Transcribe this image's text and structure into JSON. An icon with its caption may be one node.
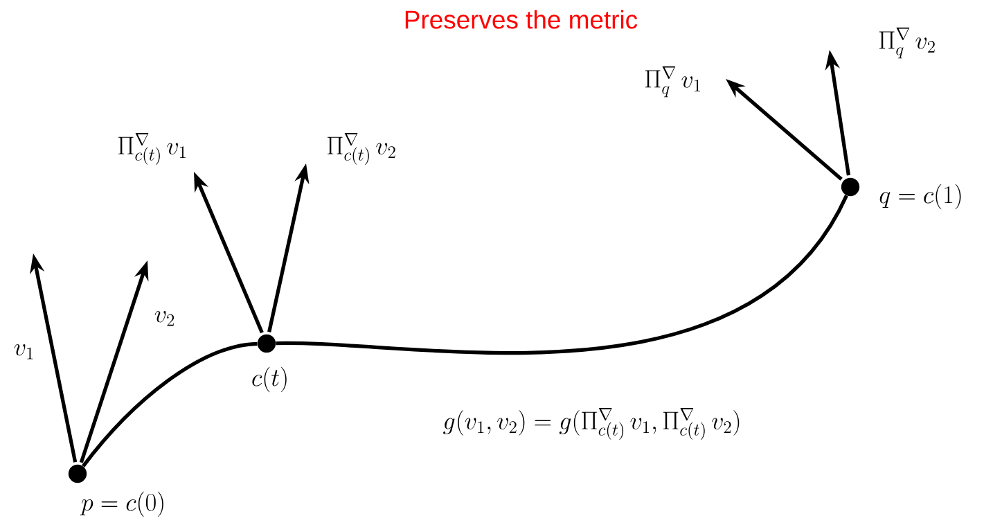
{
  "diagram": {
    "title": "Preserves the metric",
    "nodes": [
      {
        "text": [
          "p = c(0)"
        ]
      },
      {
        "text": [
          "c(t)"
        ]
      },
      {
        "text": [
          "q = c(1)"
        ]
      }
    ],
    "edges": [
      {
        "from": 0,
        "to": 1,
        "arrow": "none"
      },
      {
        "from": 1,
        "to": 2,
        "arrow": "none"
      },
      {
        "from": 0,
        "to": null,
        "arrow": "to",
        "label": "v_1"
      },
      {
        "from": 0,
        "to": null,
        "arrow": "to",
        "label": "v_2"
      },
      {
        "from": 1,
        "to": null,
        "arrow": "to",
        "label": "\\Pi^{\\nabla}_{c(t)}\\, v_1"
      },
      {
        "from": 1,
        "to": null,
        "arrow": "to",
        "label": "\\Pi^{\\nabla}_{c(t)}\\, v_2"
      },
      {
        "from": 2,
        "to": null,
        "arrow": "to",
        "label": "\\Pi^{\\nabla}_{q}\\, v_1"
      },
      {
        "from": 2,
        "to": null,
        "arrow": "to",
        "label": "\\Pi^{\\nabla}_{q}\\, v_2"
      }
    ],
    "labels": [
      "g(v_1, v_2) = g(\\Pi^{\\nabla}_{c(t)}\\, v_1, \\Pi^{\\nabla}_{c(t)}\\, v_2)"
    ]
  }
}
